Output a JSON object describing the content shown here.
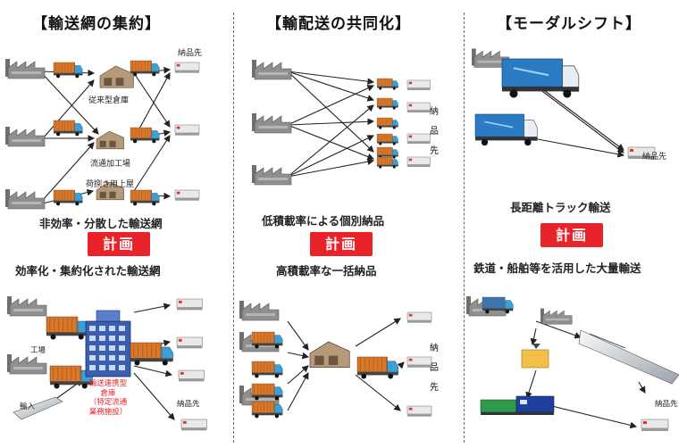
{
  "panels": [
    {
      "title": "【輸送網の集約】",
      "labels": {
        "dest": "納品先",
        "warehouse": "従来型倉庫",
        "processing": "流通加工場",
        "upper_floor": "荷捌き用上屋"
      },
      "before": "非効率・分散した輸送網",
      "plan": "計画",
      "after": "効率化・集約化された輸送網",
      "after_labels": {
        "factory": "工場",
        "import": "輸入",
        "dest": "納品先",
        "hub_lines": [
          "輸送連携型",
          "倉庫",
          "（特定流通",
          "業務施設）"
        ]
      }
    },
    {
      "title": "【輸配送の共同化】",
      "dest_vertical": "納品先",
      "before": "低積載率による個別納品",
      "plan": "計画",
      "after": "高積載率な一括納品",
      "dest_vertical_2": "納品先"
    },
    {
      "title": "【モーダルシフト】",
      "dest": "納品先",
      "before": "長距離トラック輸送",
      "plan": "計画",
      "after": "鉄道・船舶等を活用した大量輸送",
      "dest_2": "納品先"
    }
  ],
  "colors": {
    "plan_red": "#e8232a",
    "truck_blue": "#2b7ac4",
    "cargo_orange": "#d9772a",
    "factory_gray": "#8f8f8f"
  },
  "icons": [
    "factory-icon",
    "truck-icon",
    "warehouse-icon",
    "hub-warehouse-icon",
    "ship-icon",
    "train-icon",
    "container-icon",
    "store-icon"
  ]
}
